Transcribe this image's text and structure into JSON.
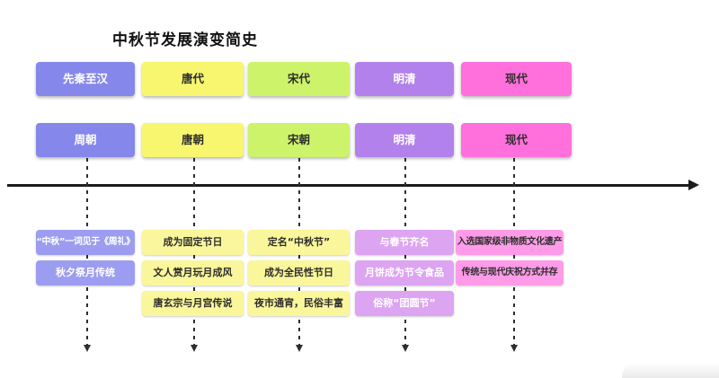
{
  "title": "中秋节发展演变简史",
  "timeline": {
    "columns": [
      {
        "era": "先秦至汉",
        "dynasty": "周朝",
        "colors": {
          "main": "#8587EB",
          "light": "#9C9DF0"
        },
        "notes": [
          "“中秋”一词见于《周礼》",
          "秋夕祭月传统"
        ]
      },
      {
        "era": "唐代",
        "dynasty": "唐朝",
        "colors": {
          "main": "#F8F66E",
          "light": "#FAF69B"
        },
        "notes": [
          "成为固定节日",
          "文人赏月玩月成风",
          "唐玄宗与月宫传说"
        ]
      },
      {
        "era": "宋代",
        "dynasty": "宋朝",
        "colors": {
          "main": "#CDF36B",
          "light": "#FAF69B"
        },
        "notes": [
          "定名“中秋节”",
          "成为全民性节日",
          "夜市通宵，民俗丰富"
        ]
      },
      {
        "era": "明清",
        "dynasty": "明清",
        "colors": {
          "main": "#B281EB",
          "light": "#DDA4F2"
        },
        "notes": [
          "与春节齐名",
          "月饼成为节令食品",
          "俗称“团圆节”"
        ]
      },
      {
        "era": "现代",
        "dynasty": "现代",
        "colors": {
          "main": "#FF70DC",
          "light": "#FF9BE8"
        },
        "notes": [
          "入选国家级非物质文化遗产",
          "传统与现代庆祝方式并存"
        ]
      }
    ],
    "axis_color": "#1c1c1c"
  }
}
